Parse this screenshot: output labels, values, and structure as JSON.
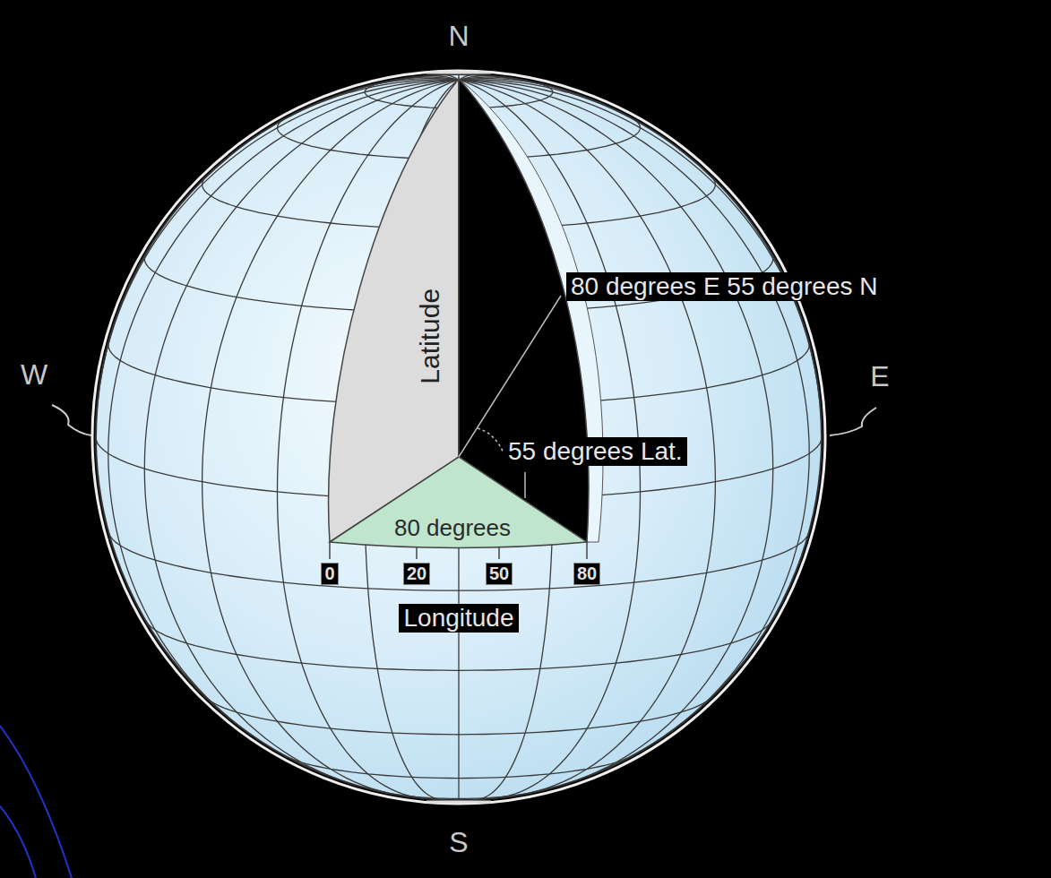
{
  "diagram": {
    "labels": [
      "N",
      "W",
      "E",
      "S",
      "Latitude",
      "80 degrees E 55 degrees N",
      "55 degrees Lat.",
      "80 degrees",
      "0",
      "20",
      "50",
      "80",
      "Longitude"
    ]
  }
}
